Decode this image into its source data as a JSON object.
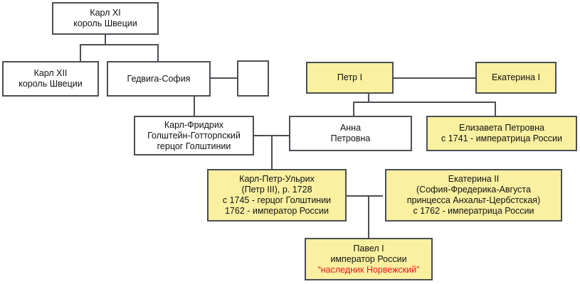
{
  "diagram": {
    "title": "Genealogical tree: Romanov and Holstein-Gottorp lines",
    "colors": {
      "node_fill_highlight": "#faf0a0",
      "node_fill_plain": "#ffffff",
      "node_border": "#4a4f54",
      "text": "#111111",
      "text_accent": "#e8191c",
      "background": "#ffffff"
    },
    "nodes": [
      {
        "id": "karl-xi",
        "lines": [
          "Карл XI",
          "король Швеции"
        ],
        "highlighted": false
      },
      {
        "id": "karl-xii",
        "lines": [
          "Карл XII",
          "король Швеции"
        ],
        "highlighted": false
      },
      {
        "id": "hedvig-sofia",
        "lines": [
          "Гедвига-София"
        ],
        "highlighted": false
      },
      {
        "id": "unnamed-spouse",
        "lines": [],
        "highlighted": false
      },
      {
        "id": "peter-i",
        "lines": [
          "Петр I"
        ],
        "highlighted": true
      },
      {
        "id": "ekaterina-i",
        "lines": [
          "Екатерина I"
        ],
        "highlighted": true
      },
      {
        "id": "karl-friedrich",
        "lines": [
          "Карл-Фридрих",
          "Голштейн-Готторпский",
          "герцог Голштинии"
        ],
        "highlighted": false
      },
      {
        "id": "anna-petrovna",
        "lines": [
          "Анна",
          "Петровна"
        ],
        "highlighted": false
      },
      {
        "id": "elizaveta-petrovna",
        "lines": [
          "Елизавета Петровна",
          "с 1741 - императрица России"
        ],
        "highlighted": true
      },
      {
        "id": "karl-peter-ulrich",
        "lines": [
          "Карл-Петр-Ульрих",
          "(Петр III), р. 1728",
          "с 1745 - герцог Голштинии",
          "1762 - император России"
        ],
        "highlighted": true
      },
      {
        "id": "ekaterina-ii",
        "lines": [
          "Екатерина II",
          "(София-Фредерика-Августа",
          "принцесса Анхальт-Цербстская)",
          "с 1762 - императрица России"
        ],
        "highlighted": true
      },
      {
        "id": "pavel-i",
        "lines": [
          "Павел I",
          "император России",
          "“наследник Норвежский”"
        ],
        "accent_lines": [
          2
        ],
        "highlighted": true
      }
    ]
  }
}
